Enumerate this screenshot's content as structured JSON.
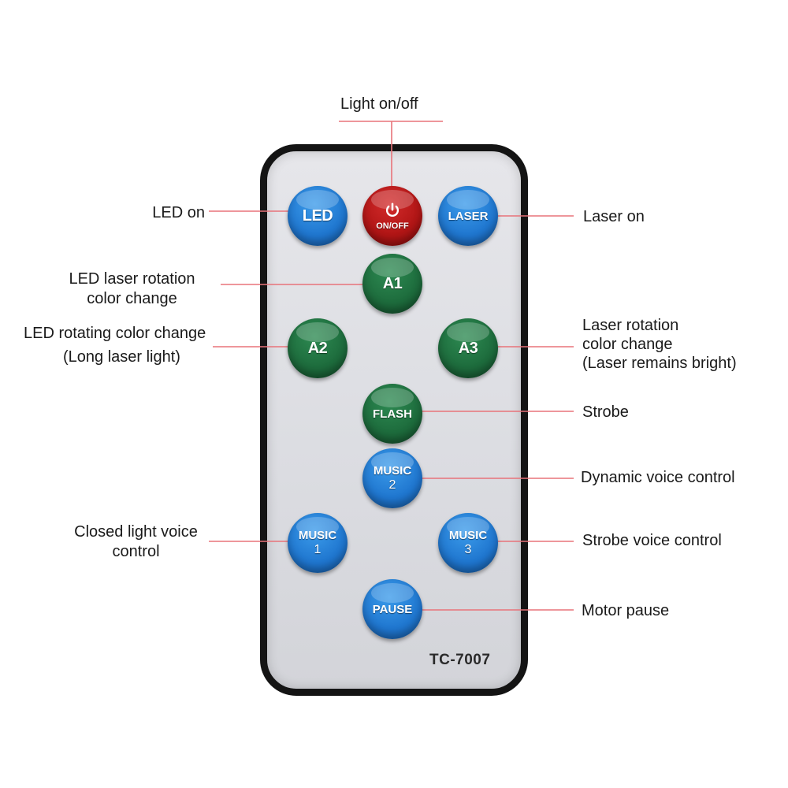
{
  "remote": {
    "model": "TC-7007"
  },
  "buttons": {
    "led": {
      "label": "LED"
    },
    "onoff": {
      "label": "ON/OFF",
      "icon": "power-icon",
      "color": "#b01515"
    },
    "laser": {
      "label": "LASER"
    },
    "a1": {
      "label": "A1"
    },
    "a2": {
      "label": "A2"
    },
    "a3": {
      "label": "A3"
    },
    "flash": {
      "label": "FLASH"
    },
    "music2": {
      "label": "MUSIC",
      "number": "2"
    },
    "music1": {
      "label": "MUSIC",
      "number": "1"
    },
    "music3": {
      "label": "MUSIC",
      "number": "3"
    },
    "pause": {
      "label": "PAUSE"
    }
  },
  "callouts": {
    "light_onoff": "Light on/off",
    "led_on": "LED on",
    "laser_on": "Laser on",
    "led_laser_rotation": [
      "LED laser rotation",
      "color change"
    ],
    "led_rotating": [
      "LED rotating color change",
      "(Long laser light)"
    ],
    "laser_rotation": [
      "Laser rotation",
      "color change",
      "(Laser remains bright)"
    ],
    "strobe": "Strobe",
    "dynamic_voice": "Dynamic voice control",
    "closed_light_voice": [
      "Closed light voice",
      "control"
    ],
    "strobe_voice": "Strobe voice control",
    "motor_pause": "Motor pause"
  },
  "colors": {
    "blue_button": "#1f76cf",
    "green_button": "#1d6b3c",
    "red_button": "#b01515",
    "leader_line": "#e8737a",
    "remote_frame": "#141414"
  }
}
